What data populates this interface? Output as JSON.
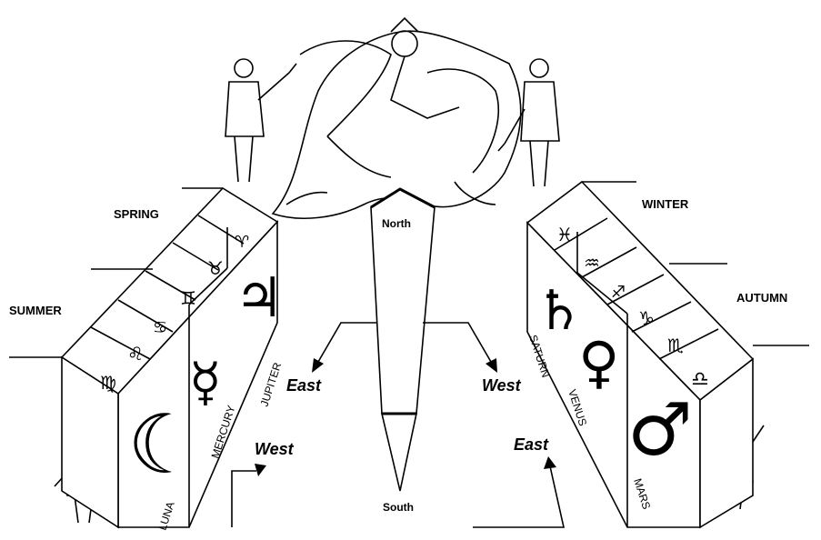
{
  "seasons": {
    "spring": "SPRING",
    "summer": "SUMMER",
    "winter": "WINTER",
    "autumn": "AUTUMN"
  },
  "directions": {
    "north": "North",
    "south": "South",
    "east_left": "East",
    "west_right": "West",
    "west_left": "West",
    "east_right": "East"
  },
  "planets": {
    "jupiter": "JUPITER",
    "mercury": "MERCURY",
    "luna": "LUNA",
    "saturn": "SATURN",
    "venus": "VENUS",
    "mars": "MARS"
  },
  "zodiac_left": [
    "♈",
    "♉",
    "♊",
    "♋",
    "♌",
    "♍"
  ],
  "zodiac_right": [
    "♓",
    "♒",
    "♐",
    "♑",
    "♏",
    "♎"
  ],
  "planet_glyphs": {
    "jupiter": "♃",
    "mercury": "☿",
    "luna": "☾",
    "saturn": "♄",
    "venus": "♀",
    "mars": "♂"
  },
  "figures": [
    "central-bull-slaying-relief",
    "torchbearer-top-left",
    "torchbearer-top-right",
    "torchbearer-bottom-left",
    "torchbearer-bottom-right"
  ]
}
